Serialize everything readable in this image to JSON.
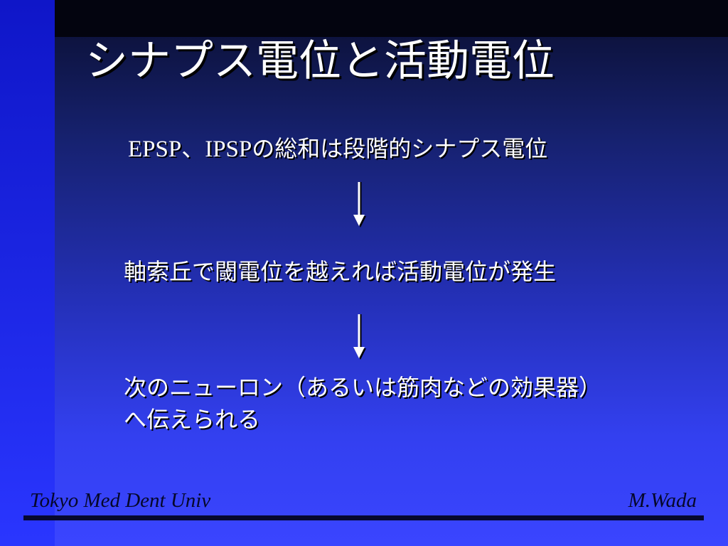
{
  "slide": {
    "title": "シナプス電位と活動電位",
    "line1_latin": "EPSP、IPSP",
    "line1_rest": "の総和は段階的シナプス電位",
    "line2": "軸索丘で閾電位を越えれば活動電位が発生",
    "line3": "次のニューロン（あるいは筋肉などの効果器）",
    "line4": "へ伝えられる"
  },
  "footer": {
    "left": "Tokyo Med Dent Univ",
    "right": "M.Wada"
  },
  "icons": {
    "arrow1": "down-arrow-icon",
    "arrow2": "down-arrow-icon"
  },
  "colors": {
    "text": "#ffffff",
    "footer_text": "#05072a",
    "left_bar": "#1a24e0",
    "top_bar": "#03040f"
  }
}
